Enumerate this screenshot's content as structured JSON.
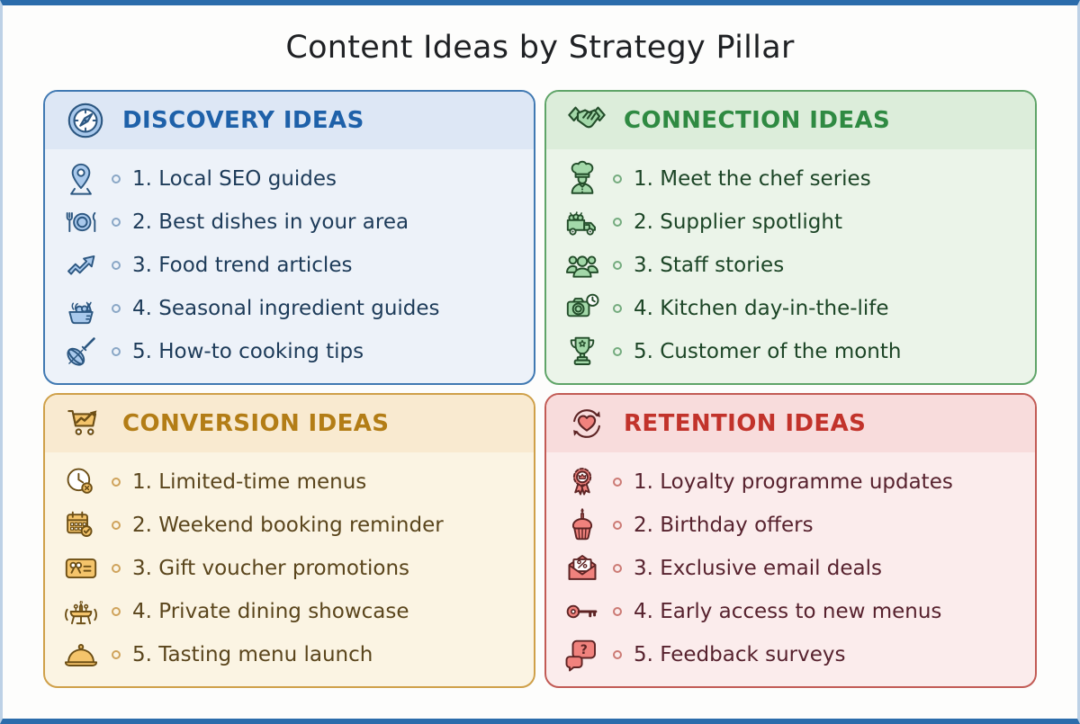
{
  "title": "Content Ideas by Strategy Pillar",
  "frame": {
    "bar_color": "#2b6cab",
    "side_border_color": "#bdd1e6",
    "background": "#fdfdfc"
  },
  "quadrants": [
    {
      "id": "discovery",
      "title": "DISCOVERY IDEAS",
      "header_icon": "compass",
      "colors": {
        "accent": "#1e61a9",
        "border": "#4079b2",
        "header_bg": "#dde7f5",
        "body_bg": "#edf2f9",
        "text": "#1d3b59"
      },
      "items": [
        {
          "icon": "location-pin",
          "label": "1. Local SEO guides"
        },
        {
          "icon": "plate-cutlery",
          "label": "2. Best dishes in your area"
        },
        {
          "icon": "trend-arrow",
          "label": "3. Food trend articles"
        },
        {
          "icon": "vegetable-basket",
          "label": "4. Seasonal ingredient guides"
        },
        {
          "icon": "whisk",
          "label": "5. How-to cooking tips"
        }
      ]
    },
    {
      "id": "connection",
      "title": "CONNECTION IDEAS",
      "header_icon": "handshake",
      "colors": {
        "accent": "#2f8a42",
        "border": "#5fa468",
        "header_bg": "#dcedda",
        "body_bg": "#ebf4e9",
        "text": "#1c4526"
      },
      "items": [
        {
          "icon": "chef",
          "label": "1. Meet the chef series"
        },
        {
          "icon": "supplier-truck",
          "label": "2. Supplier spotlight"
        },
        {
          "icon": "staff-group",
          "label": "3. Staff stories"
        },
        {
          "icon": "camera-clock",
          "label": "4. Kitchen day-in-the-life"
        },
        {
          "icon": "trophy",
          "label": "5. Customer of the month"
        }
      ]
    },
    {
      "id": "conversion",
      "title": "CONVERSION IDEAS",
      "header_icon": "cart-growth",
      "colors": {
        "accent": "#b37d16",
        "border": "#cfa049",
        "header_bg": "#f9ead0",
        "body_bg": "#fbf4e3",
        "text": "#5a451c"
      },
      "items": [
        {
          "icon": "clock-limited",
          "label": "1. Limited-time menus"
        },
        {
          "icon": "calendar-check",
          "label": "2. Weekend booking reminder"
        },
        {
          "icon": "gift-voucher",
          "label": "3. Gift voucher promotions"
        },
        {
          "icon": "private-dining",
          "label": "4. Private dining showcase"
        },
        {
          "icon": "cloche",
          "label": "5. Tasting menu launch"
        }
      ]
    },
    {
      "id": "retention",
      "title": "RETENTION IDEAS",
      "header_icon": "heart-refresh",
      "colors": {
        "accent": "#c2332b",
        "border": "#c25b55",
        "header_bg": "#f8dcdc",
        "body_bg": "#fbecec",
        "text": "#57222e"
      },
      "items": [
        {
          "icon": "loyalty-badge",
          "label": "1. Loyalty programme updates"
        },
        {
          "icon": "birthday-cupcake",
          "label": "2. Birthday offers"
        },
        {
          "icon": "email-percent",
          "label": "3. Exclusive email deals"
        },
        {
          "icon": "key",
          "label": "4. Early access to new menus"
        },
        {
          "icon": "question-chat",
          "label": "5. Feedback surveys"
        }
      ]
    }
  ]
}
